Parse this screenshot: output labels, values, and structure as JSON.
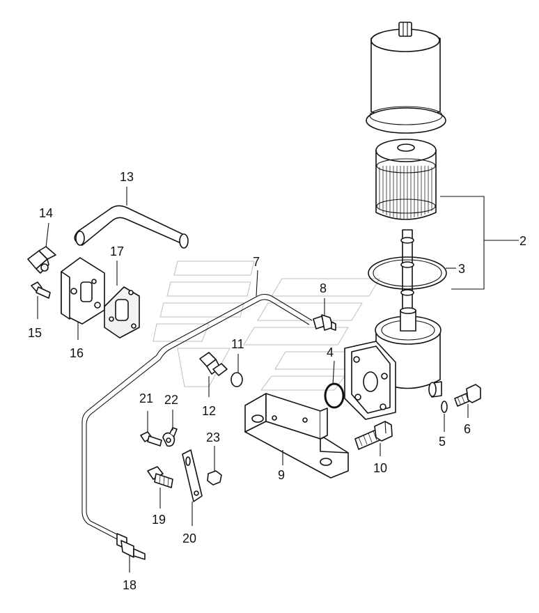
{
  "diagram": {
    "callouts": [
      "2",
      "3",
      "4",
      "5",
      "6",
      "7",
      "8",
      "9",
      "10",
      "11",
      "12",
      "13",
      "14",
      "15",
      "16",
      "17",
      "18",
      "19",
      "20",
      "21",
      "22",
      "23"
    ],
    "background_color": "#ffffff",
    "line_color": "#111111"
  }
}
